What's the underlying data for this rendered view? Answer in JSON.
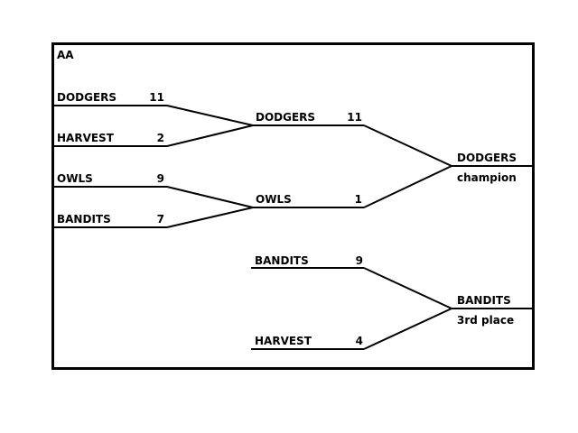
{
  "division": "AA",
  "round1": [
    {
      "team": "DODGERS",
      "score": "11"
    },
    {
      "team": "HARVEST",
      "score": "2"
    },
    {
      "team": "OWLS",
      "score": "9"
    },
    {
      "team": "BANDITS",
      "score": "7"
    }
  ],
  "final": [
    {
      "team": "DODGERS",
      "score": "11"
    },
    {
      "team": "OWLS",
      "score": "1"
    }
  ],
  "third_place_game": [
    {
      "team": "BANDITS",
      "score": "9"
    },
    {
      "team": "HARVEST",
      "score": "4"
    }
  ],
  "champion": {
    "team": "DODGERS",
    "caption": "champion"
  },
  "third": {
    "team": "BANDITS",
    "caption": "3rd place"
  },
  "colors": {
    "line": "#000000",
    "background": "#ffffff"
  }
}
